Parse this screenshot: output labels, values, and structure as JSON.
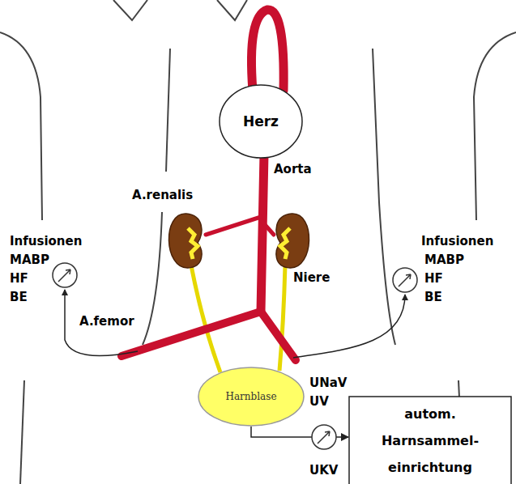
{
  "diagram": {
    "nodes": [
      {
        "text": [
          "Herz"
        ]
      },
      {
        "text": [
          "Harnblase"
        ]
      },
      {
        "text": [
          "autom. Harnsammel- einrichtung"
        ]
      }
    ],
    "edges": [
      {
        "from": 1,
        "to": 2,
        "arrow": "to"
      }
    ],
    "labels": [
      "Infusionen",
      "MABP",
      "HF",
      "BE",
      "Infusionen",
      "MABP",
      "HF",
      "BE",
      "Aorta",
      "A.renalis",
      "Niere",
      "A.femor",
      "UNaV",
      "UV",
      "UKV"
    ]
  }
}
